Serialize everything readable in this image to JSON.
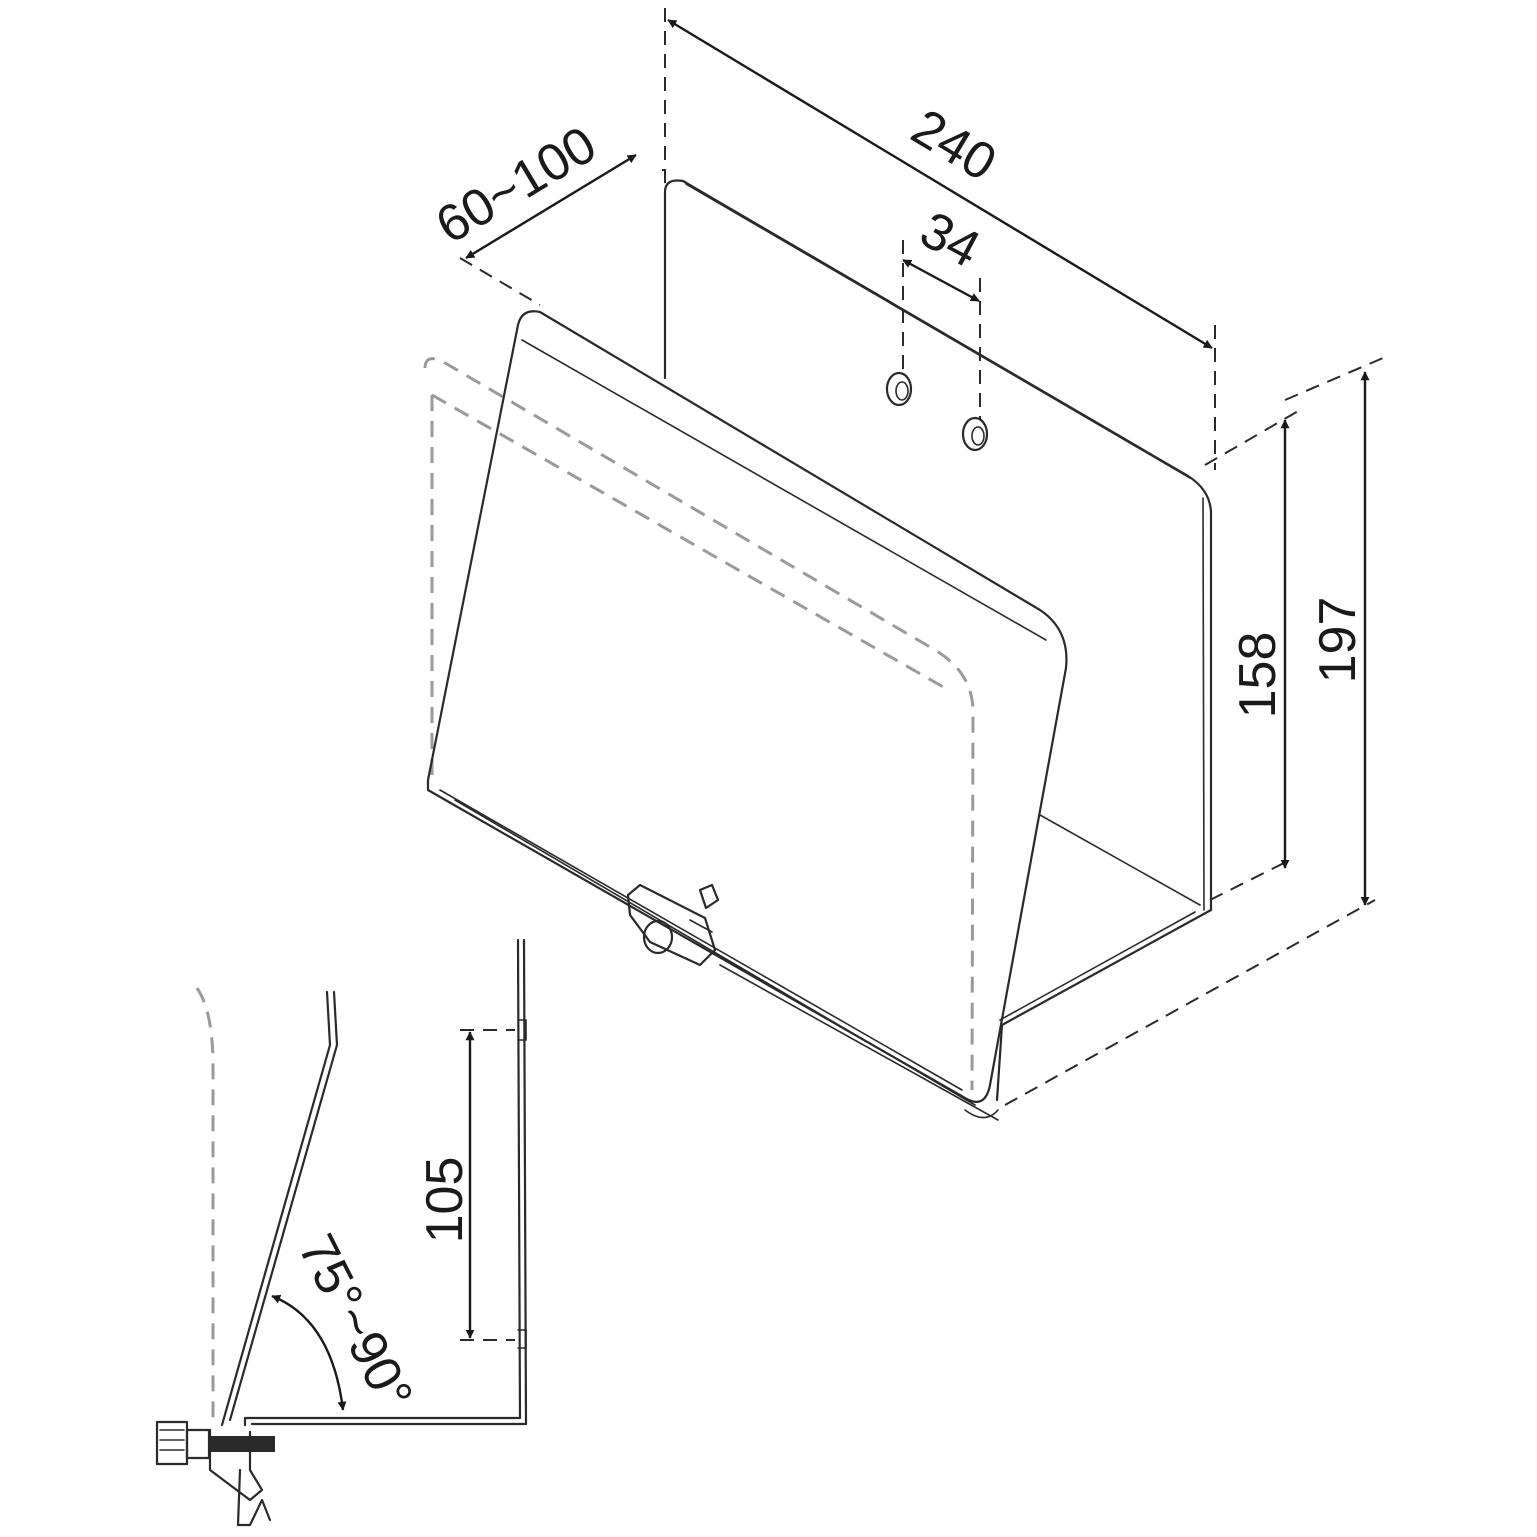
{
  "dimensions": {
    "width_total": "240",
    "hole_spacing": "34",
    "clamp_range": "60~100",
    "back_height": "158",
    "total_height": "197",
    "side_height": "105",
    "tilt_angle": "75°~90°"
  },
  "colors": {
    "line": "#2a2a2a",
    "ghost": "#9a9a9a",
    "background": "#ffffff"
  }
}
